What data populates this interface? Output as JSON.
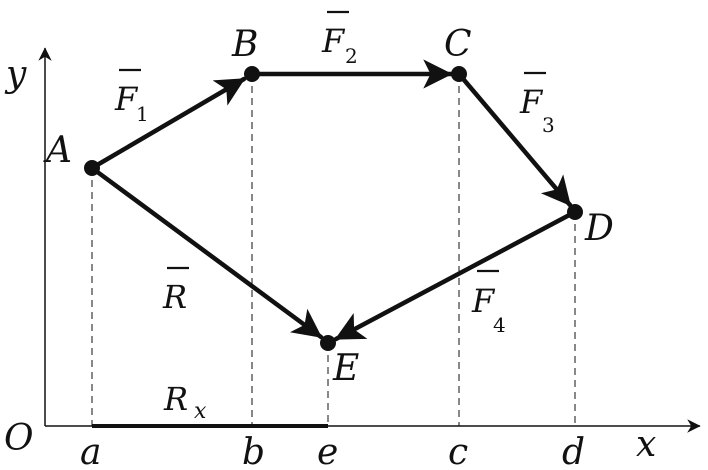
{
  "axes": {
    "origin": "O",
    "x": "x",
    "y": "y"
  },
  "points": {
    "A": "A",
    "B": "B",
    "C": "C",
    "D": "D",
    "E": "E"
  },
  "projections": {
    "a": "a",
    "b": "b",
    "c": "c",
    "d": "d",
    "e": "e"
  },
  "vectors": {
    "F1": {
      "base": "F",
      "sub": "1"
    },
    "F2": {
      "base": "F",
      "sub": "2"
    },
    "F3": {
      "base": "F",
      "sub": "3"
    },
    "F4": {
      "base": "F",
      "sub": "4"
    },
    "R": {
      "base": "R",
      "sub": ""
    },
    "Rx": {
      "base": "R",
      "sub": "x"
    }
  }
}
